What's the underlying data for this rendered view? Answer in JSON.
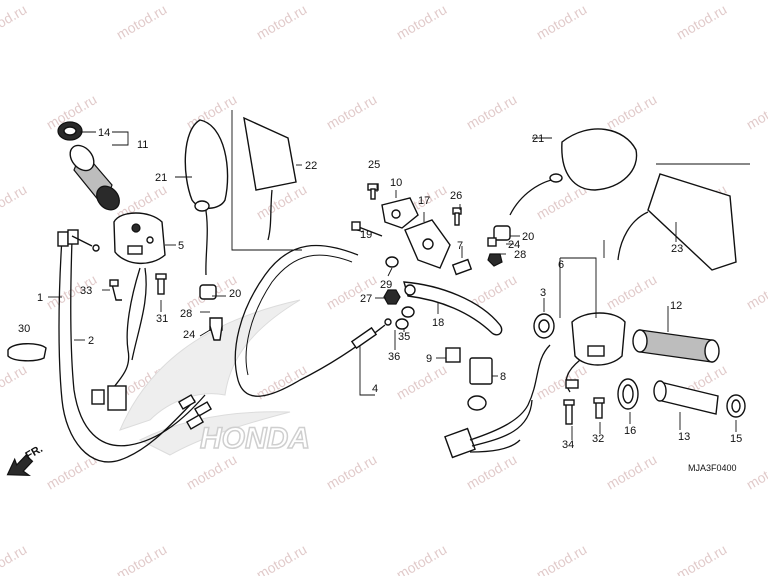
{
  "watermark": "motod.ru",
  "brand": "HONDA",
  "diagram_code": "MJA3F0400",
  "direction_label": "FR.",
  "callouts": [
    {
      "id": "1",
      "label": "1"
    },
    {
      "id": "2",
      "label": "2"
    },
    {
      "id": "3",
      "label": "3"
    },
    {
      "id": "4",
      "label": "4"
    },
    {
      "id": "5",
      "label": "5"
    },
    {
      "id": "6",
      "label": "6"
    },
    {
      "id": "7",
      "label": "7"
    },
    {
      "id": "8",
      "label": "8"
    },
    {
      "id": "9",
      "label": "9"
    },
    {
      "id": "10",
      "label": "10"
    },
    {
      "id": "11",
      "label": "11"
    },
    {
      "id": "12",
      "label": "12"
    },
    {
      "id": "13",
      "label": "13"
    },
    {
      "id": "14",
      "label": "14"
    },
    {
      "id": "15",
      "label": "15"
    },
    {
      "id": "16",
      "label": "16"
    },
    {
      "id": "17",
      "label": "17"
    },
    {
      "id": "18",
      "label": "18"
    },
    {
      "id": "19",
      "label": "19"
    },
    {
      "id": "20a",
      "label": "20"
    },
    {
      "id": "20b",
      "label": "20"
    },
    {
      "id": "21a",
      "label": "21"
    },
    {
      "id": "21b",
      "label": "21"
    },
    {
      "id": "22",
      "label": "22"
    },
    {
      "id": "23",
      "label": "23"
    },
    {
      "id": "24a",
      "label": "24"
    },
    {
      "id": "24b",
      "label": "24"
    },
    {
      "id": "25",
      "label": "25"
    },
    {
      "id": "26",
      "label": "26"
    },
    {
      "id": "27",
      "label": "27"
    },
    {
      "id": "28a",
      "label": "28"
    },
    {
      "id": "28b",
      "label": "28"
    },
    {
      "id": "29",
      "label": "29"
    },
    {
      "id": "30",
      "label": "30"
    },
    {
      "id": "31",
      "label": "31"
    },
    {
      "id": "32",
      "label": "32"
    },
    {
      "id": "33",
      "label": "33"
    },
    {
      "id": "34",
      "label": "34"
    },
    {
      "id": "35",
      "label": "35"
    },
    {
      "id": "36",
      "label": "36"
    }
  ]
}
